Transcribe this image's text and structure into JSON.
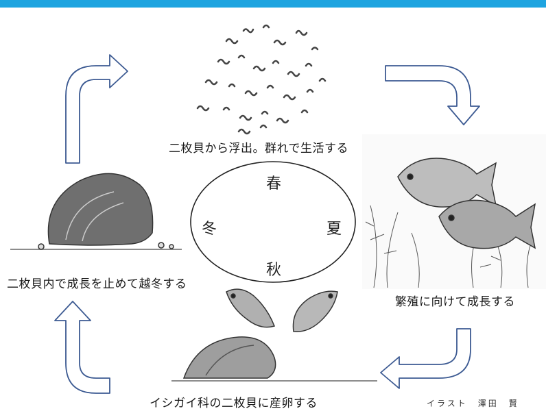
{
  "seasons": {
    "spring": "春",
    "summer": "夏",
    "autumn": "秋",
    "winter": "冬"
  },
  "stages": {
    "top": "二枚貝から浮出。群れで生活する",
    "right": "繁殖に向けて成長する",
    "bottom": "イシガイ科の二枚貝に産卵する",
    "left": "二枚貝内で成長を止めて越冬する"
  },
  "credit": "イラスト　澤田　賢",
  "colors": {
    "accent": "#1ea4e0",
    "arrow_stroke": "#3c5a92",
    "ink": "#222222"
  }
}
